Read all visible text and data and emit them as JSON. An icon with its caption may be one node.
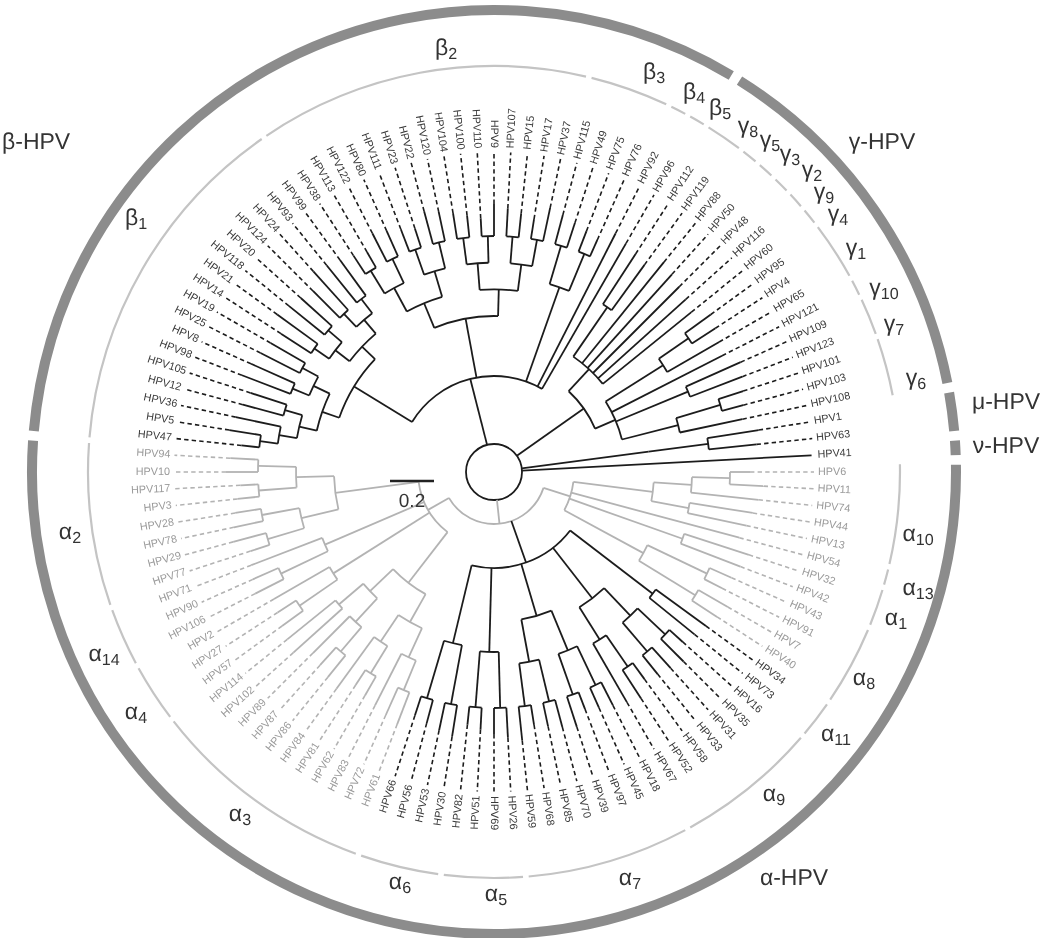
{
  "diagram": {
    "labels": [
      "β-HPV",
      "γ-HPV",
      "μ-HPV",
      "ν-HPV",
      "α-HPV",
      "β$_{1}$",
      "β$_{2}$",
      "β$_{3}$",
      "β$_{4}$",
      "β$_{5}$",
      "γ$_{8}$",
      "γ$_{5}$",
      "γ$_{3}$",
      "γ$_{2}$",
      "γ$_{9}$",
      "γ$_{4}$",
      "γ$_{1}$",
      "γ$_{10}$",
      "γ$_{7}$",
      "γ$_{6}$",
      "α$_{2}$",
      "α$_{14}$",
      "α$_{4}$",
      "α$_{3}$",
      "α$_{6}$",
      "α$_{5}$",
      "α$_{7}$",
      "α$_{9}$",
      "α$_{11}$",
      "α$_{8}$",
      "α$_{1}$",
      "α$_{13}$",
      "α$_{10}$",
      "0.2",
      "HPV47",
      "HPV5",
      "HPV36",
      "HPV12",
      "HPV105",
      "HPV98",
      "HPV8",
      "HPV25",
      "HPV19",
      "HPV14",
      "HPV21",
      "HPV118",
      "HPV20",
      "HPV124",
      "HPV24",
      "HPV93",
      "HPV99",
      "HPV38",
      "HPV113",
      "HPV122",
      "HPV80",
      "HPV111",
      "HPV23",
      "HPV22",
      "HPV120",
      "HPV104",
      "HPV100",
      "HPV110",
      "HPV9",
      "HPV107",
      "HPV15",
      "HPV17",
      "HPV37",
      "HPV115",
      "HPV49",
      "HPV75",
      "HPV76",
      "HPV92",
      "HPV96",
      "HPV112",
      "HPV119",
      "HPV88",
      "HPV50",
      "HPV48",
      "HPV116",
      "HPV60",
      "HPV95",
      "HPV4",
      "HPV65",
      "HPV121",
      "HPV109",
      "HPV123",
      "HPV101",
      "HPV103",
      "HPV108",
      "HPV1",
      "HPV63",
      "HPV94",
      "HPV41",
      "HPV10",
      "HPV117",
      "HPV3",
      "HPV28",
      "HPV78",
      "HPV29",
      "HPV77",
      "HPV71",
      "HPV90",
      "HPV106",
      "HPV2",
      "HPV27",
      "HPV57",
      "HPV114",
      "HPV102",
      "HPV89",
      "HPV87",
      "HPV86",
      "HPV84",
      "HPV81",
      "HPV62",
      "HPV83",
      "HPV72",
      "HPV61",
      "HPV66",
      "HPV56",
      "HPV53",
      "HPV30",
      "HPV82",
      "HPV51",
      "HPV69",
      "HPV26",
      "HPV59",
      "HPV68",
      "HPV85",
      "HPV70",
      "HPV39",
      "HPV97",
      "HPV45",
      "HPV18",
      "HPV67",
      "HPV52",
      "HPV58",
      "HPV33",
      "HPV31",
      "HPV35",
      "HPV16",
      "HPV73",
      "HPV34",
      "HPV40",
      "HPV7",
      "HPV91",
      "HPV43",
      "HPV42",
      "HPV32",
      "HPV54",
      "HPV13",
      "HPV44",
      "HPV74",
      "HPV11",
      "HPV6"
    ]
  }
}
